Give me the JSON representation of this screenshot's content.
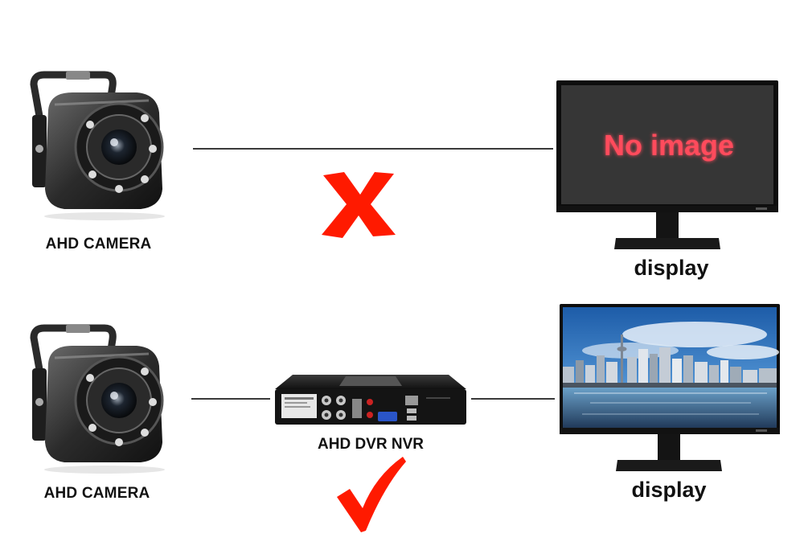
{
  "top_row": {
    "camera_label": "AHD CAMERA",
    "display_label": "display",
    "screen_text": "No image",
    "status": "cross-icon"
  },
  "bottom_row": {
    "camera_label": "AHD CAMERA",
    "recorder_label": "AHD DVR NVR",
    "display_label": "display",
    "status": "checkmark-icon"
  },
  "colors": {
    "status_mark": "#ff1a00",
    "screen_text": "#ff4b5c",
    "connector_line": "#3a3a3a"
  }
}
